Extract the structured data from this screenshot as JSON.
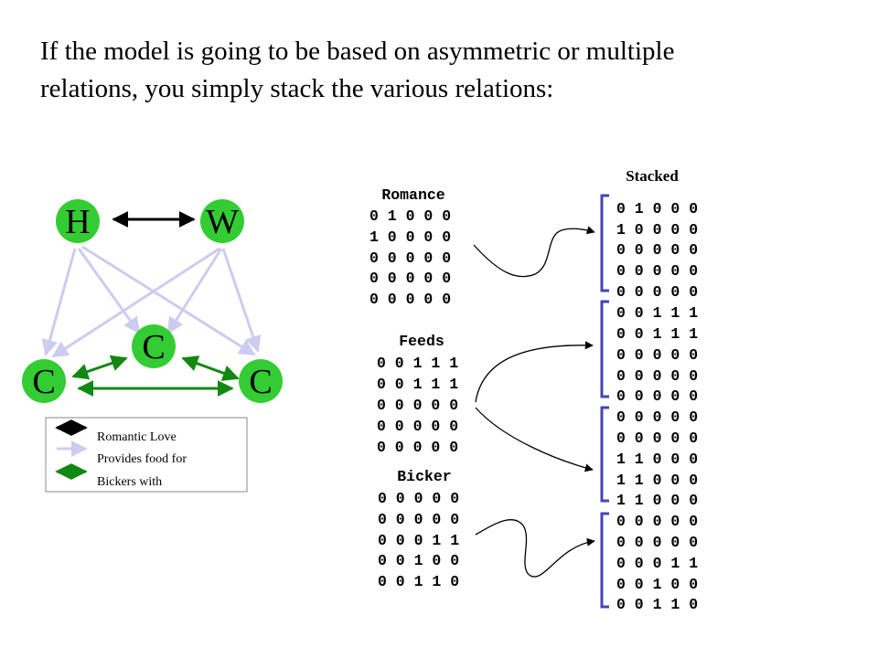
{
  "title": {
    "line1": "If the model is going to be based on asymmetric or multiple",
    "line2": "relations, you simply stack the various relations:"
  },
  "nodes": {
    "h": "H",
    "w": "W",
    "c_top": "C",
    "c_left": "C",
    "c_right": "C"
  },
  "legend": {
    "items": [
      {
        "label": "Romantic Love",
        "color": "#000000"
      },
      {
        "label": "Provides food  for",
        "color": "#ccccf0"
      },
      {
        "label": "Bickers with",
        "color": "#118811"
      }
    ]
  },
  "matrices": [
    {
      "name": "Romance",
      "rows": [
        "0 1 0 0 0",
        "1 0 0 0 0",
        "0 0 0 0 0",
        "0 0 0 0 0",
        "0 0 0 0 0"
      ]
    },
    {
      "name": "Feeds",
      "rows": [
        "0 0 1 1 1",
        "0 0 1 1 1",
        "0 0 0 0 0",
        "0 0 0 0 0",
        "0 0 0 0 0"
      ]
    },
    {
      "name": "Bicker",
      "rows": [
        "0 0 0 0 0",
        "0 0 0 0 0",
        "0 0 0 1 1",
        "0 0 1 0 0",
        "0 0 1 1 0"
      ]
    }
  ],
  "stacked": {
    "title": "Stacked",
    "blocks": [
      [
        "0 1 0 0 0",
        "1 0 0 0 0",
        "0 0 0 0 0",
        "0 0 0 0 0",
        "0 0 0 0 0"
      ],
      [
        "0 0 1 1 1",
        "0 0 1 1 1",
        "0 0 0 0 0",
        "0 0 0 0 0",
        "0 0 0 0 0"
      ],
      [
        "0 0 0 0 0",
        "0 0 0 0 0",
        "1 1 0 0 0",
        "1 1 0 0 0",
        "1 1 0 0 0"
      ],
      [
        "0 0 0 0 0",
        "0 0 0 0 0",
        "0 0 0 1 1",
        "0 0 1 0 0",
        "0 0 1 1 0"
      ]
    ],
    "bracket_color": "#4444bb"
  },
  "colors": {
    "node_fill": "#33cc33",
    "romance": "#000000",
    "feeds": "#ccccf0",
    "bicker": "#118811"
  }
}
